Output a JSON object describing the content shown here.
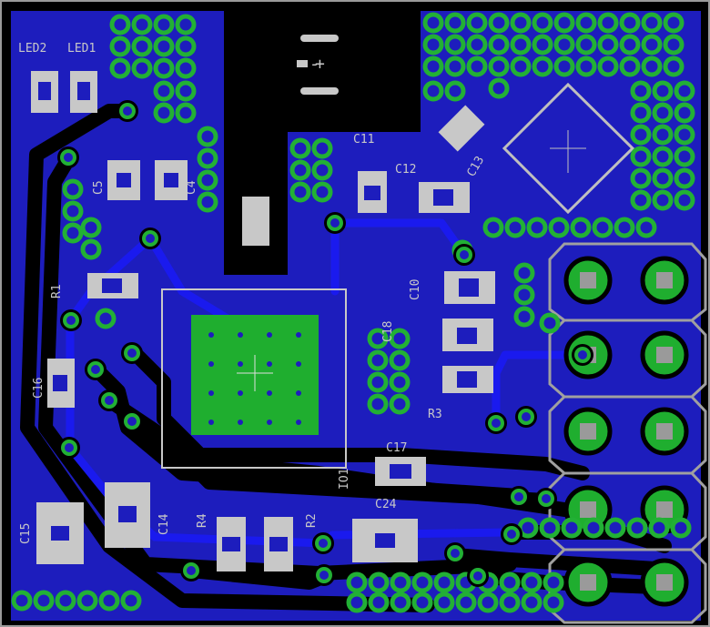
{
  "colors": {
    "background": "#000000",
    "copper_bottom": "#1d1dbd",
    "trace_top": "#1a1aee",
    "via_ring": "#22b035",
    "pad_green": "#1fae2f",
    "smd_pad": "#c8c8c8",
    "silkscreen": "#cfcfcf",
    "outline": "#b0b0b0"
  },
  "labels": {
    "led2": "LED2",
    "led1": "LED1",
    "c11": "C11",
    "c12": "C12",
    "c13": "C13",
    "c5": "C5",
    "c4": "C4",
    "r1": "R1",
    "c16": "C16",
    "c10": "C10",
    "c18": "C18",
    "r3": "R3",
    "c17": "C17",
    "c24": "C24",
    "io1": "IO1",
    "r4": "R4",
    "r2": "R2",
    "c14": "C14",
    "c15": "C15",
    "minus": "-",
    "plus": "+"
  }
}
